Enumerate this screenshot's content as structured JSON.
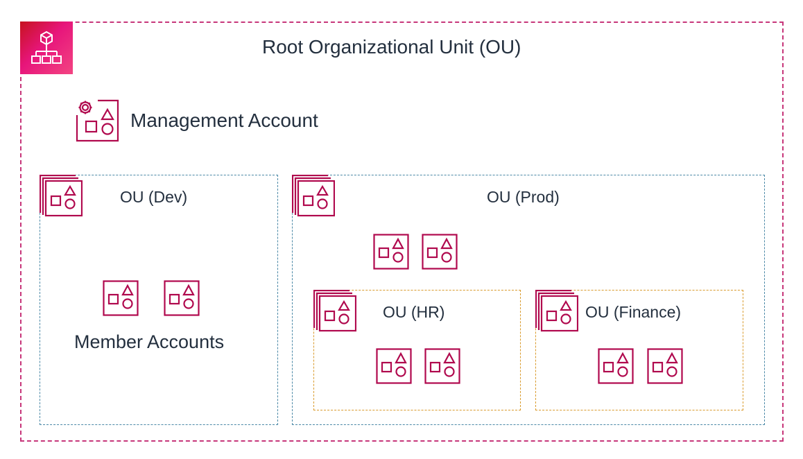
{
  "root": {
    "title": "Root Organizational Unit (OU)"
  },
  "management": {
    "label": "Management Account"
  },
  "ous": {
    "dev": {
      "label": "OU (Dev)"
    },
    "prod": {
      "label": "OU (Prod)"
    },
    "hr": {
      "label": "OU (HR)"
    },
    "finance": {
      "label": "OU (Finance)"
    }
  },
  "member_accounts": {
    "label": "Member Accounts"
  },
  "colors": {
    "root_border": "#c7367a",
    "ou_border": "#4a88a6",
    "nested_ou_border": "#d99a2b",
    "icon_stroke": "#b0084d",
    "org_badge": "#e7157b"
  },
  "icons": {
    "org_badge": "organizations-icon",
    "management": "management-account-icon",
    "ou": "organizational-unit-icon",
    "account": "account-icon"
  }
}
